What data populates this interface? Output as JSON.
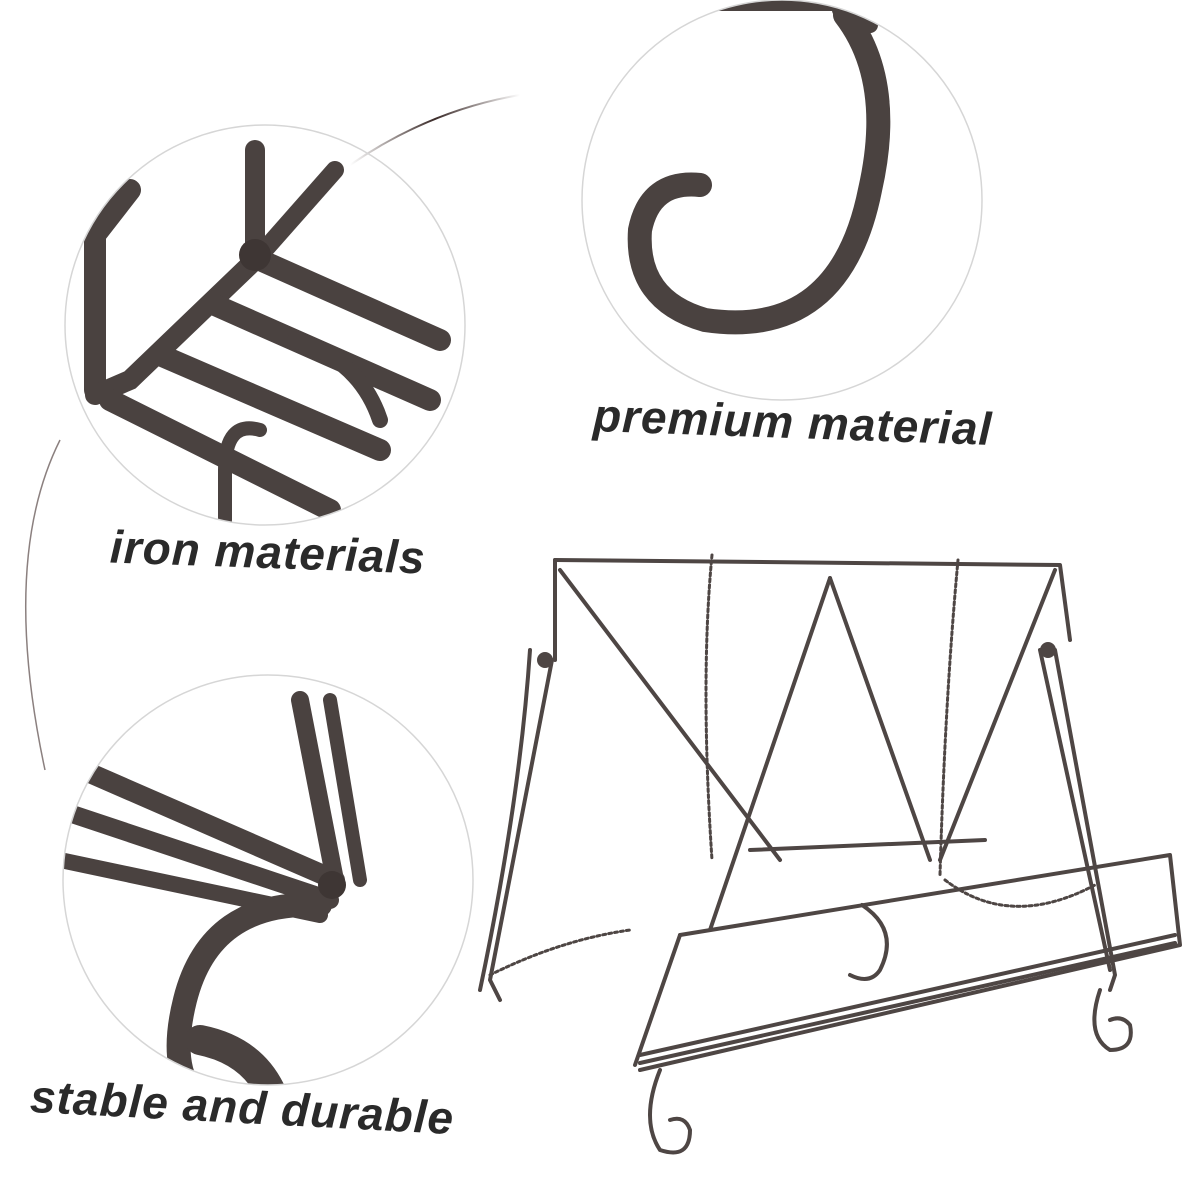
{
  "image": {
    "type": "product-feature-collage",
    "subject": "iron cookbook / tablet stand",
    "background": "#ffffff",
    "metal_color": "#4a4240",
    "text_color": "#2a2a2a",
    "circle_outline_color": "#d6d6d6"
  },
  "callouts": [
    {
      "id": "iron",
      "label": "iron materials",
      "detail": "welded joint close-up"
    },
    {
      "id": "premium",
      "label": "premium material",
      "detail": "curled hook close-up"
    },
    {
      "id": "stable",
      "label": "stable and durable",
      "detail": "base corner close-up"
    }
  ],
  "product": {
    "name": "cookbook stand",
    "features": [
      "wire frame",
      "hanging chains",
      "front ledge",
      "scroll feet"
    ]
  }
}
